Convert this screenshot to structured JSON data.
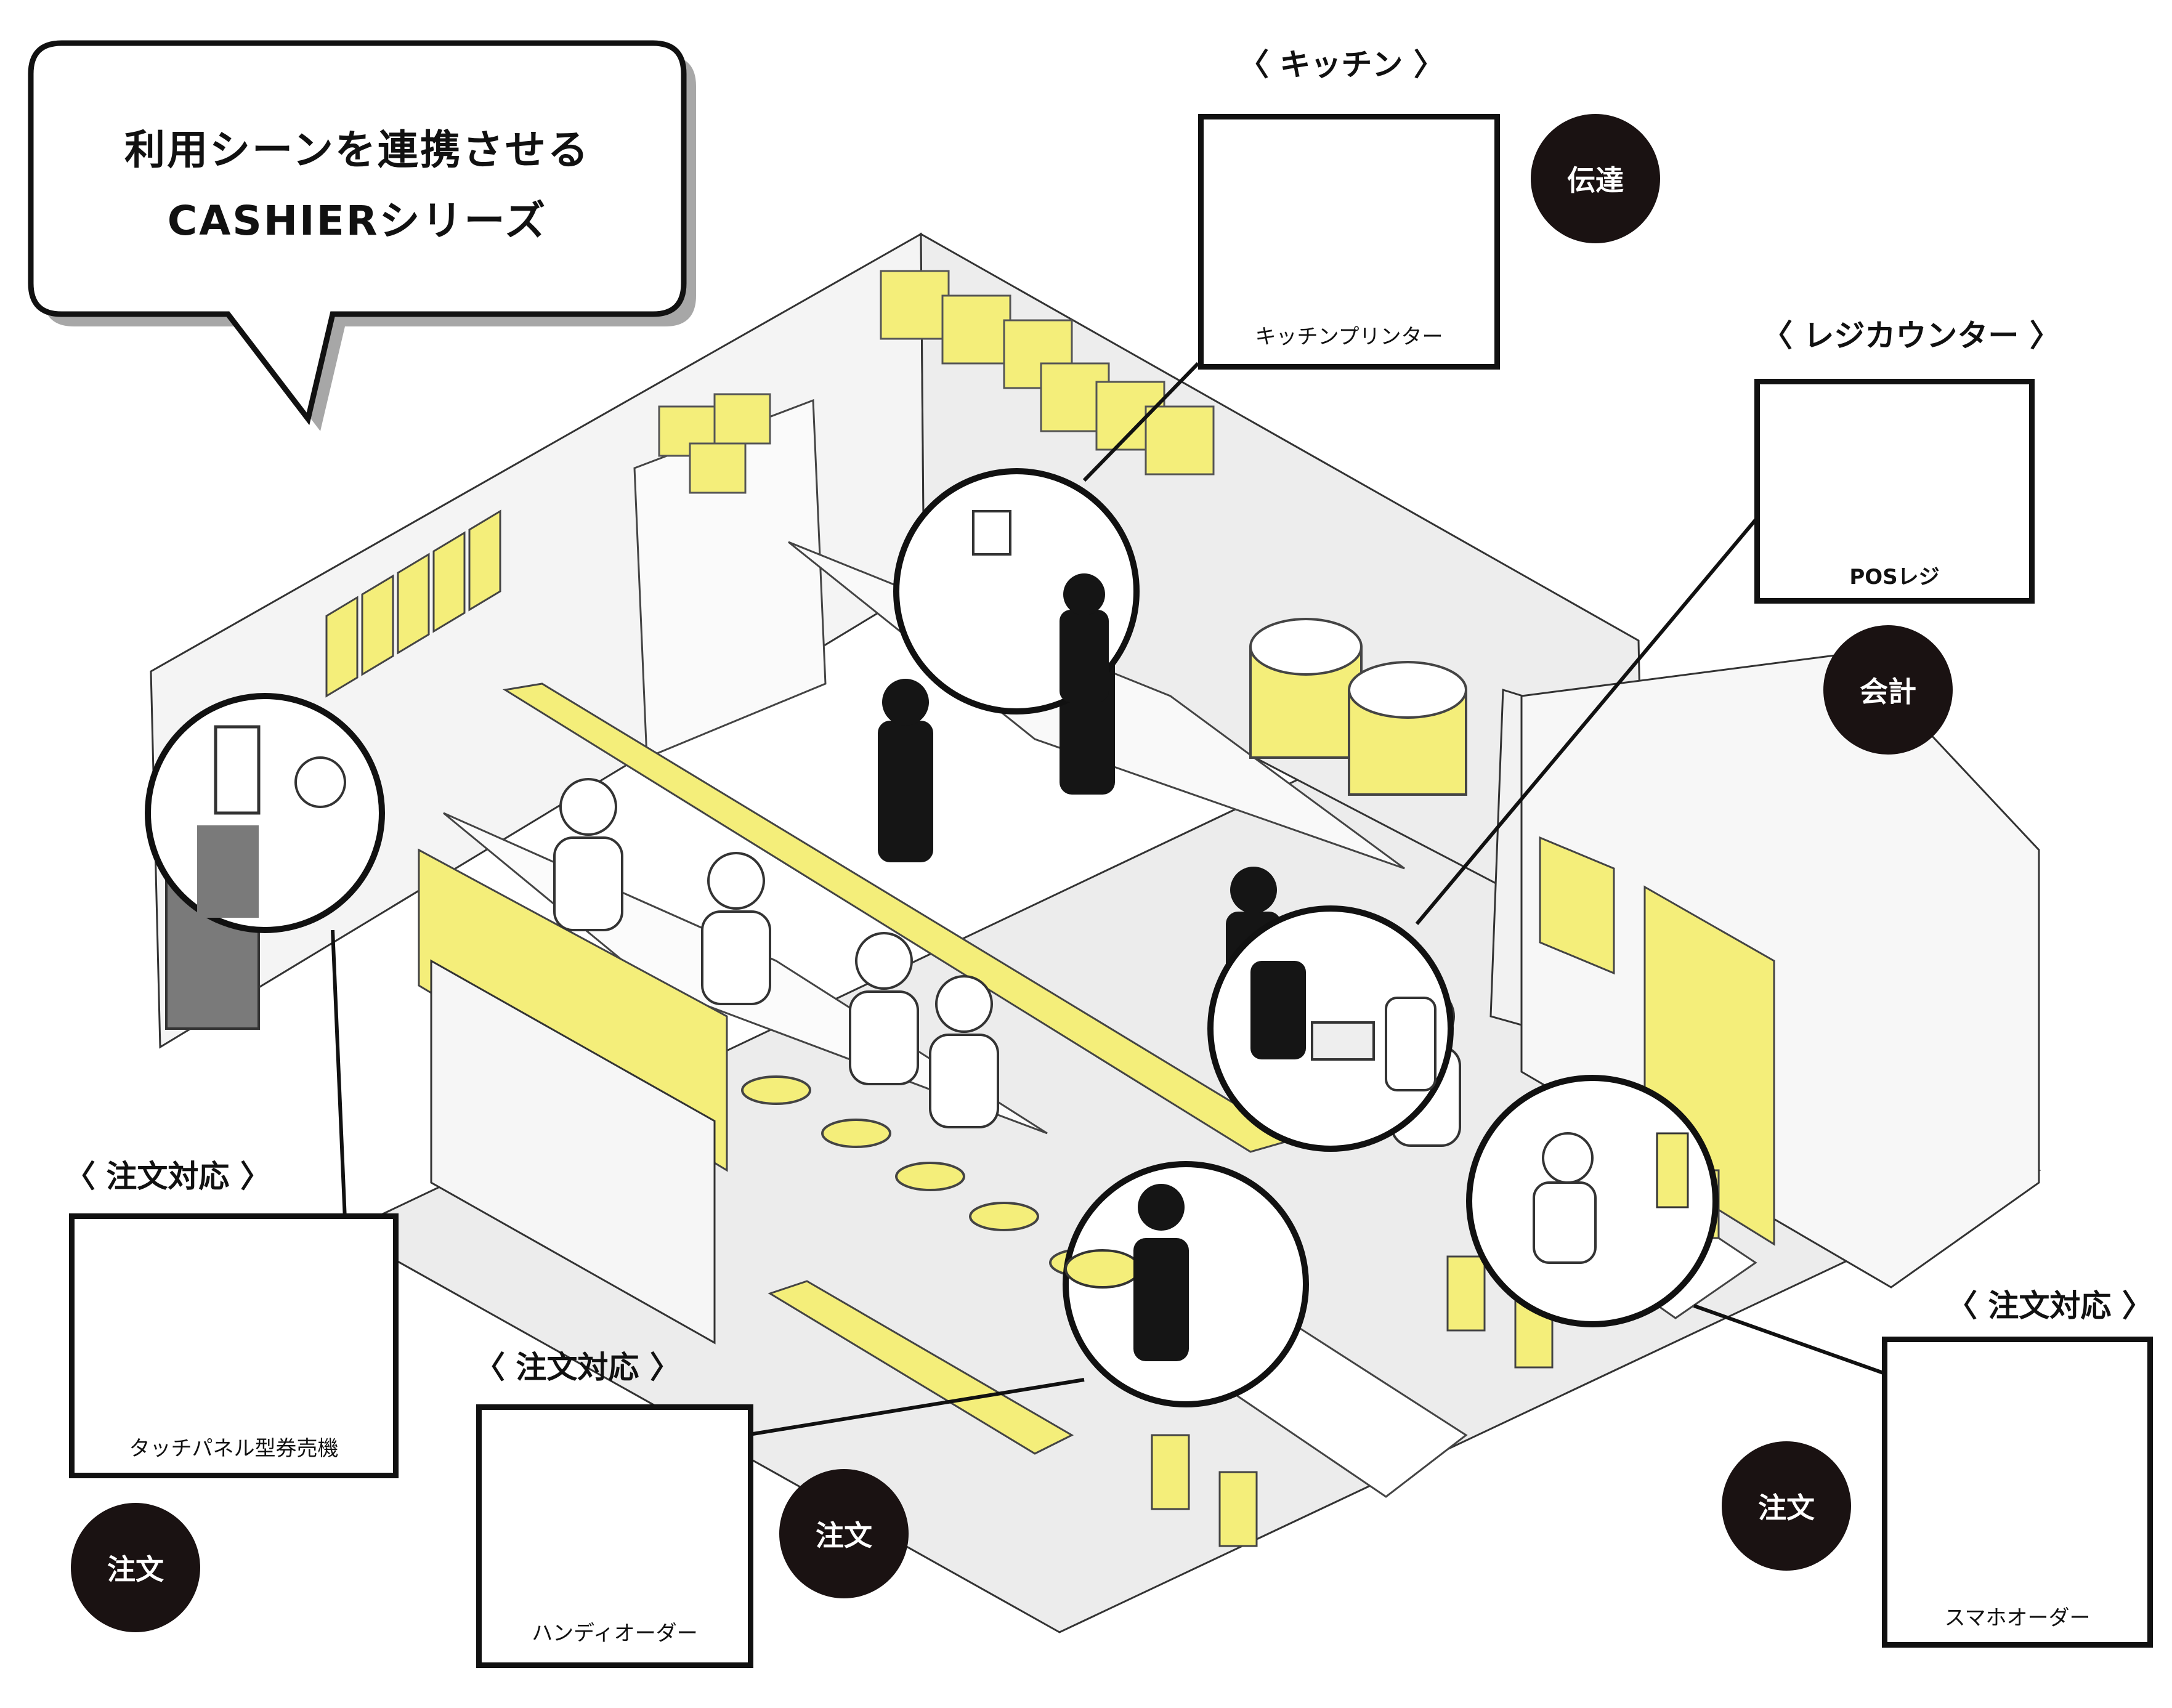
{
  "headline": {
    "line1": "利用シーンを連携させる",
    "line2": "CASHIERシリーズ"
  },
  "callouts": [
    {
      "id": "kitchen",
      "label": "〈 キッチン 〉",
      "device": "キッチンプリンター",
      "badge": "伝達"
    },
    {
      "id": "register",
      "label": "〈 レジカウンター 〉",
      "device": "POSレジ",
      "badge": "会計"
    },
    {
      "id": "ticket",
      "label": "〈 注文対応 〉",
      "device": "タッチパネル型券売機",
      "badge": "注文"
    },
    {
      "id": "handy",
      "label": "〈 注文対応 〉",
      "device": "ハンディオーダー",
      "badge": "注文"
    },
    {
      "id": "smartphone",
      "label": "〈 注文対応 〉",
      "device": "スマホオーダー",
      "badge": "注文"
    }
  ],
  "colors": {
    "accent_yellow": "#f4ee7a",
    "ink": "#111111",
    "badge_fill": "#1a1212",
    "floor_gray": "#ececec",
    "bubble_shadow": "#a7a7a7"
  }
}
